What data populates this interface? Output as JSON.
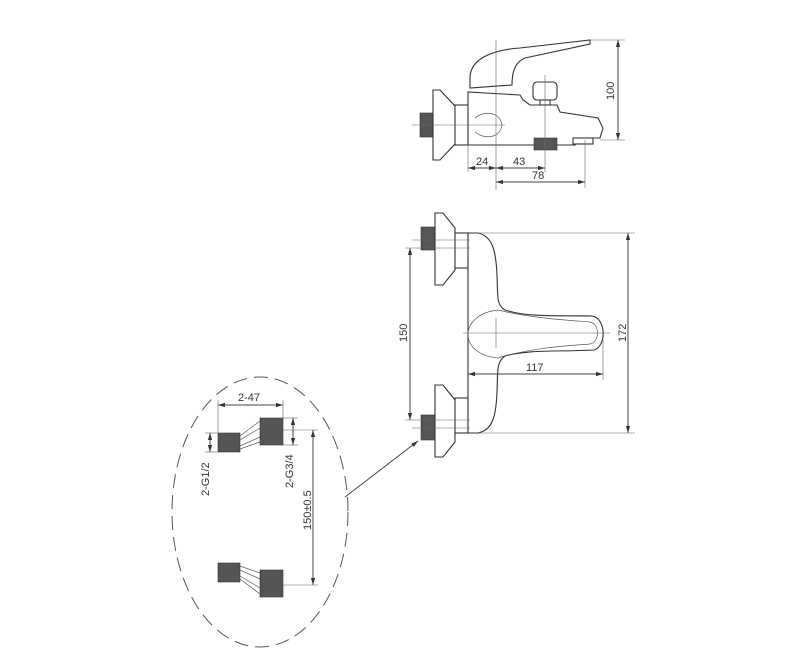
{
  "drawing": {
    "side_view": {
      "dim_flange_to_axis": "24",
      "dim_axis_to_outlet": "43",
      "dim_axis_to_spout": "78",
      "dim_height": "100"
    },
    "front_view": {
      "dim_inlet_spacing": "150",
      "dim_lever_length": "117",
      "dim_total_height": "172"
    },
    "detail_view": {
      "dim_eccentric_width": "2-47",
      "thread_small": "2-G1/2",
      "thread_large": "2-G3/4",
      "dim_spacing_tolerance": "150±0.5"
    }
  }
}
